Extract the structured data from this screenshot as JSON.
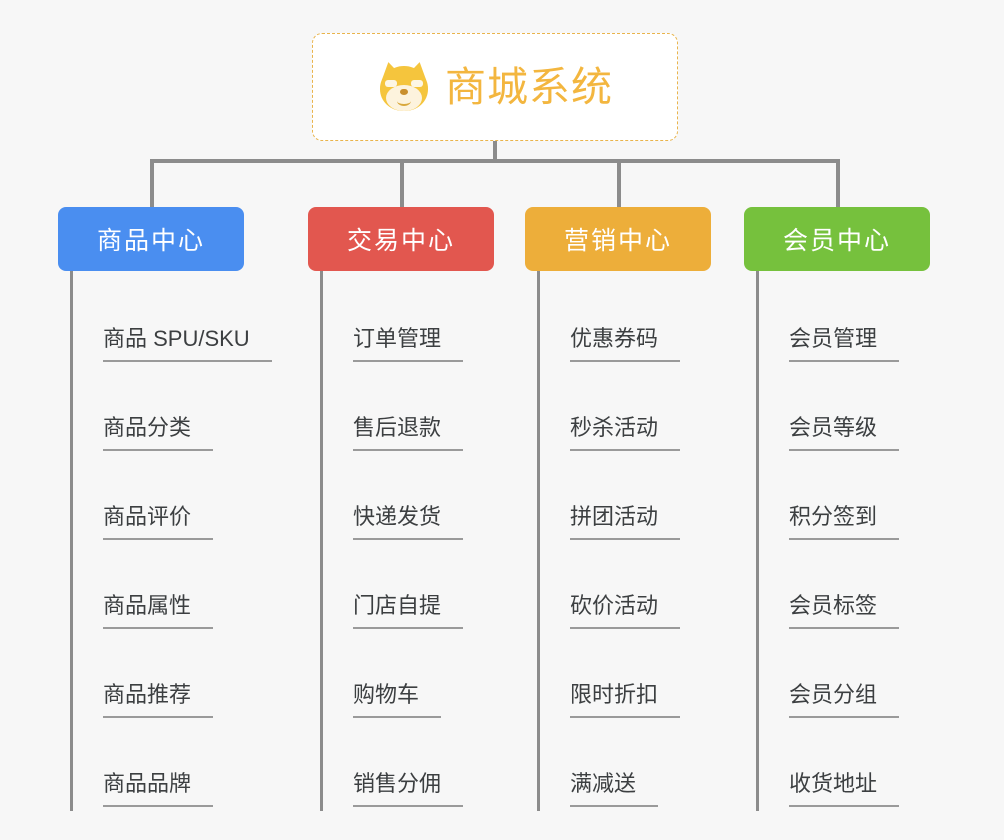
{
  "root": {
    "title": "商城系统",
    "icon": "dog-face-icon",
    "border_color": "#e9b44c",
    "text_color": "#f3b63f",
    "background": "#ffffff"
  },
  "canvas": {
    "background": "#f7f7f7",
    "connector_color": "#8c8c8c",
    "leaf_text_color": "#3c3f41",
    "leaf_rule_color": "#9a9a9a"
  },
  "branches": [
    {
      "label": "商品中心",
      "color": "#4a8ef0",
      "items": [
        {
          "label": "商品 SPU/SKU"
        },
        {
          "label": "商品分类"
        },
        {
          "label": "商品评价"
        },
        {
          "label": "商品属性"
        },
        {
          "label": "商品推荐"
        },
        {
          "label": "商品品牌"
        }
      ]
    },
    {
      "label": "交易中心",
      "color": "#e2574f",
      "items": [
        {
          "label": "订单管理"
        },
        {
          "label": "售后退款"
        },
        {
          "label": "快递发货"
        },
        {
          "label": "门店自提"
        },
        {
          "label": "购物车"
        },
        {
          "label": "销售分佣"
        }
      ]
    },
    {
      "label": "营销中心",
      "color": "#edae3a",
      "items": [
        {
          "label": "优惠券码"
        },
        {
          "label": "秒杀活动"
        },
        {
          "label": "拼团活动"
        },
        {
          "label": "砍价活动"
        },
        {
          "label": "限时折扣"
        },
        {
          "label": "满减送"
        }
      ]
    },
    {
      "label": "会员中心",
      "color": "#76c13d",
      "items": [
        {
          "label": "会员管理"
        },
        {
          "label": "会员等级"
        },
        {
          "label": "积分签到"
        },
        {
          "label": "会员标签"
        },
        {
          "label": "会员分组"
        },
        {
          "label": "收货地址"
        }
      ]
    }
  ]
}
